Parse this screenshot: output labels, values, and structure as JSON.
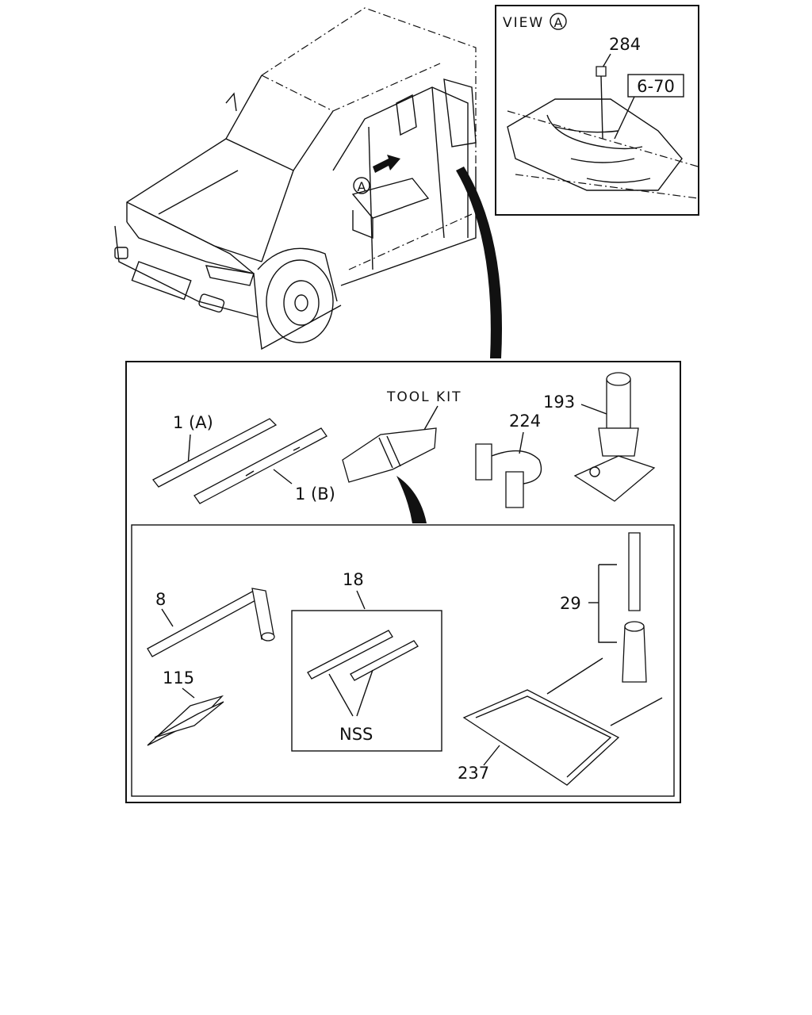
{
  "view_box": {
    "title": "VIEW",
    "marker": "A",
    "part_284": "284",
    "ref": "6-70"
  },
  "vehicle": {
    "marker": "A"
  },
  "main_box": {
    "tool_kit_label": "TOOL KIT",
    "part_1a": "1 (A)",
    "part_1b": "1 (B)",
    "part_224": "224",
    "part_193": "193"
  },
  "inner_box": {
    "part_8": "8",
    "part_115": "115",
    "part_18": "18",
    "nss": "NSS",
    "part_29": "29",
    "part_237": "237"
  }
}
